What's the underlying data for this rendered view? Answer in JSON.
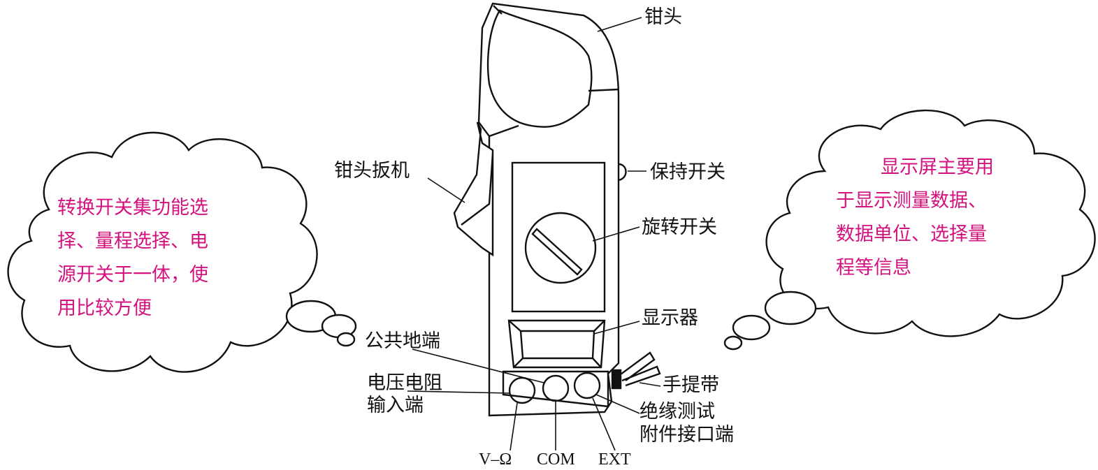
{
  "labels": {
    "jaw": "钳头",
    "trigger": "钳头扳机",
    "hold_switch": "保持开关",
    "rotary_switch": "旋转开关",
    "display": "显示器",
    "common_terminal": "公共地端",
    "vr_input_line1": "电压电阻",
    "vr_input_line2": "输入端",
    "strap": "手提带",
    "ext_line1": "绝缘测试",
    "ext_line2": "附件接口端"
  },
  "ports": [
    "V–Ω",
    "COM",
    "EXT"
  ],
  "left_cloud": {
    "lines": [
      "转换开关集功能选",
      "择、量程选择、电",
      "源开关于一体，使",
      "用比较方便"
    ]
  },
  "right_cloud": {
    "lines": [
      "显示屏主要用",
      "于显示测量数据、",
      "数据单位、选择量",
      "程等信息"
    ]
  },
  "colors": {
    "cloud_text": "#d4127f",
    "ink": "#111111"
  }
}
